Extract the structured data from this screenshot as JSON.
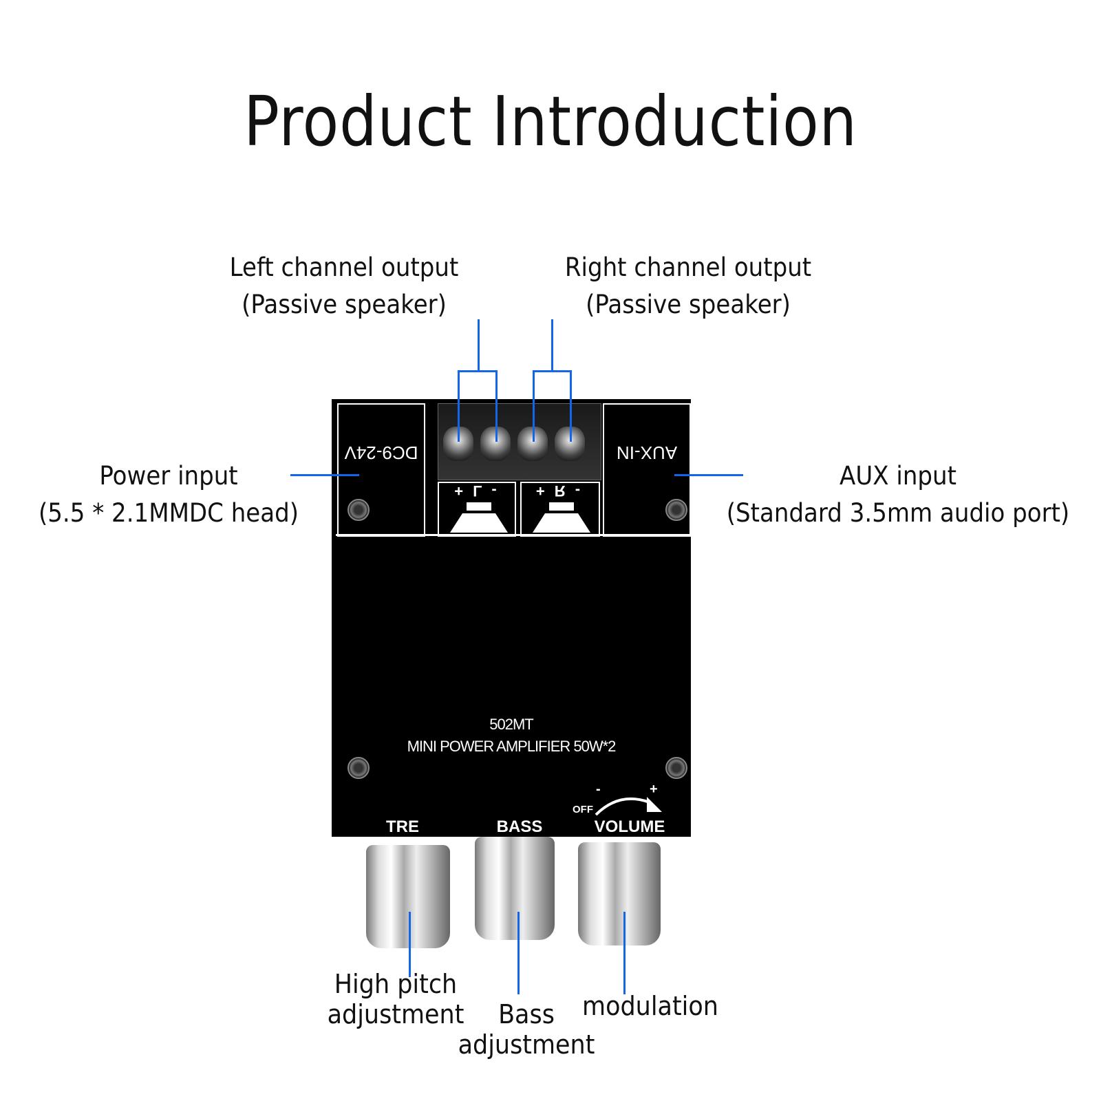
{
  "title": "Product Introduction",
  "callouts": {
    "left_channel": {
      "line1": "Left channel output",
      "line2": "(Passive speaker)"
    },
    "right_channel": {
      "line1": "Right channel output",
      "line2": "(Passive speaker)"
    },
    "power_input": {
      "line1": "Power input",
      "line2": "(5.5 * 2.1MMDC head)"
    },
    "aux_input": {
      "line1": "AUX input",
      "line2": "(Standard 3.5mm audio port)"
    },
    "treble": {
      "line1": "High pitch",
      "line2": "adjustment"
    },
    "bass": {
      "line1": "Bass",
      "line2": "adjustment"
    },
    "volume": {
      "line1": "modulation"
    }
  },
  "board": {
    "dc_label": "DC9-24V",
    "aux_label": "AUX-IN",
    "left_speaker_label": "+ L -",
    "right_speaker_label": "+ R -",
    "model": "502MT",
    "description": "MINI POWER  AMPLIFIER 50W*2",
    "knob_labels": {
      "treble": "TRE",
      "bass": "BASS",
      "volume": "VOLUME"
    },
    "volume_scale": {
      "off": "OFF",
      "minus": "-",
      "plus": "+"
    }
  },
  "colors": {
    "callout_line": "#1565e8",
    "board": "#000000"
  }
}
